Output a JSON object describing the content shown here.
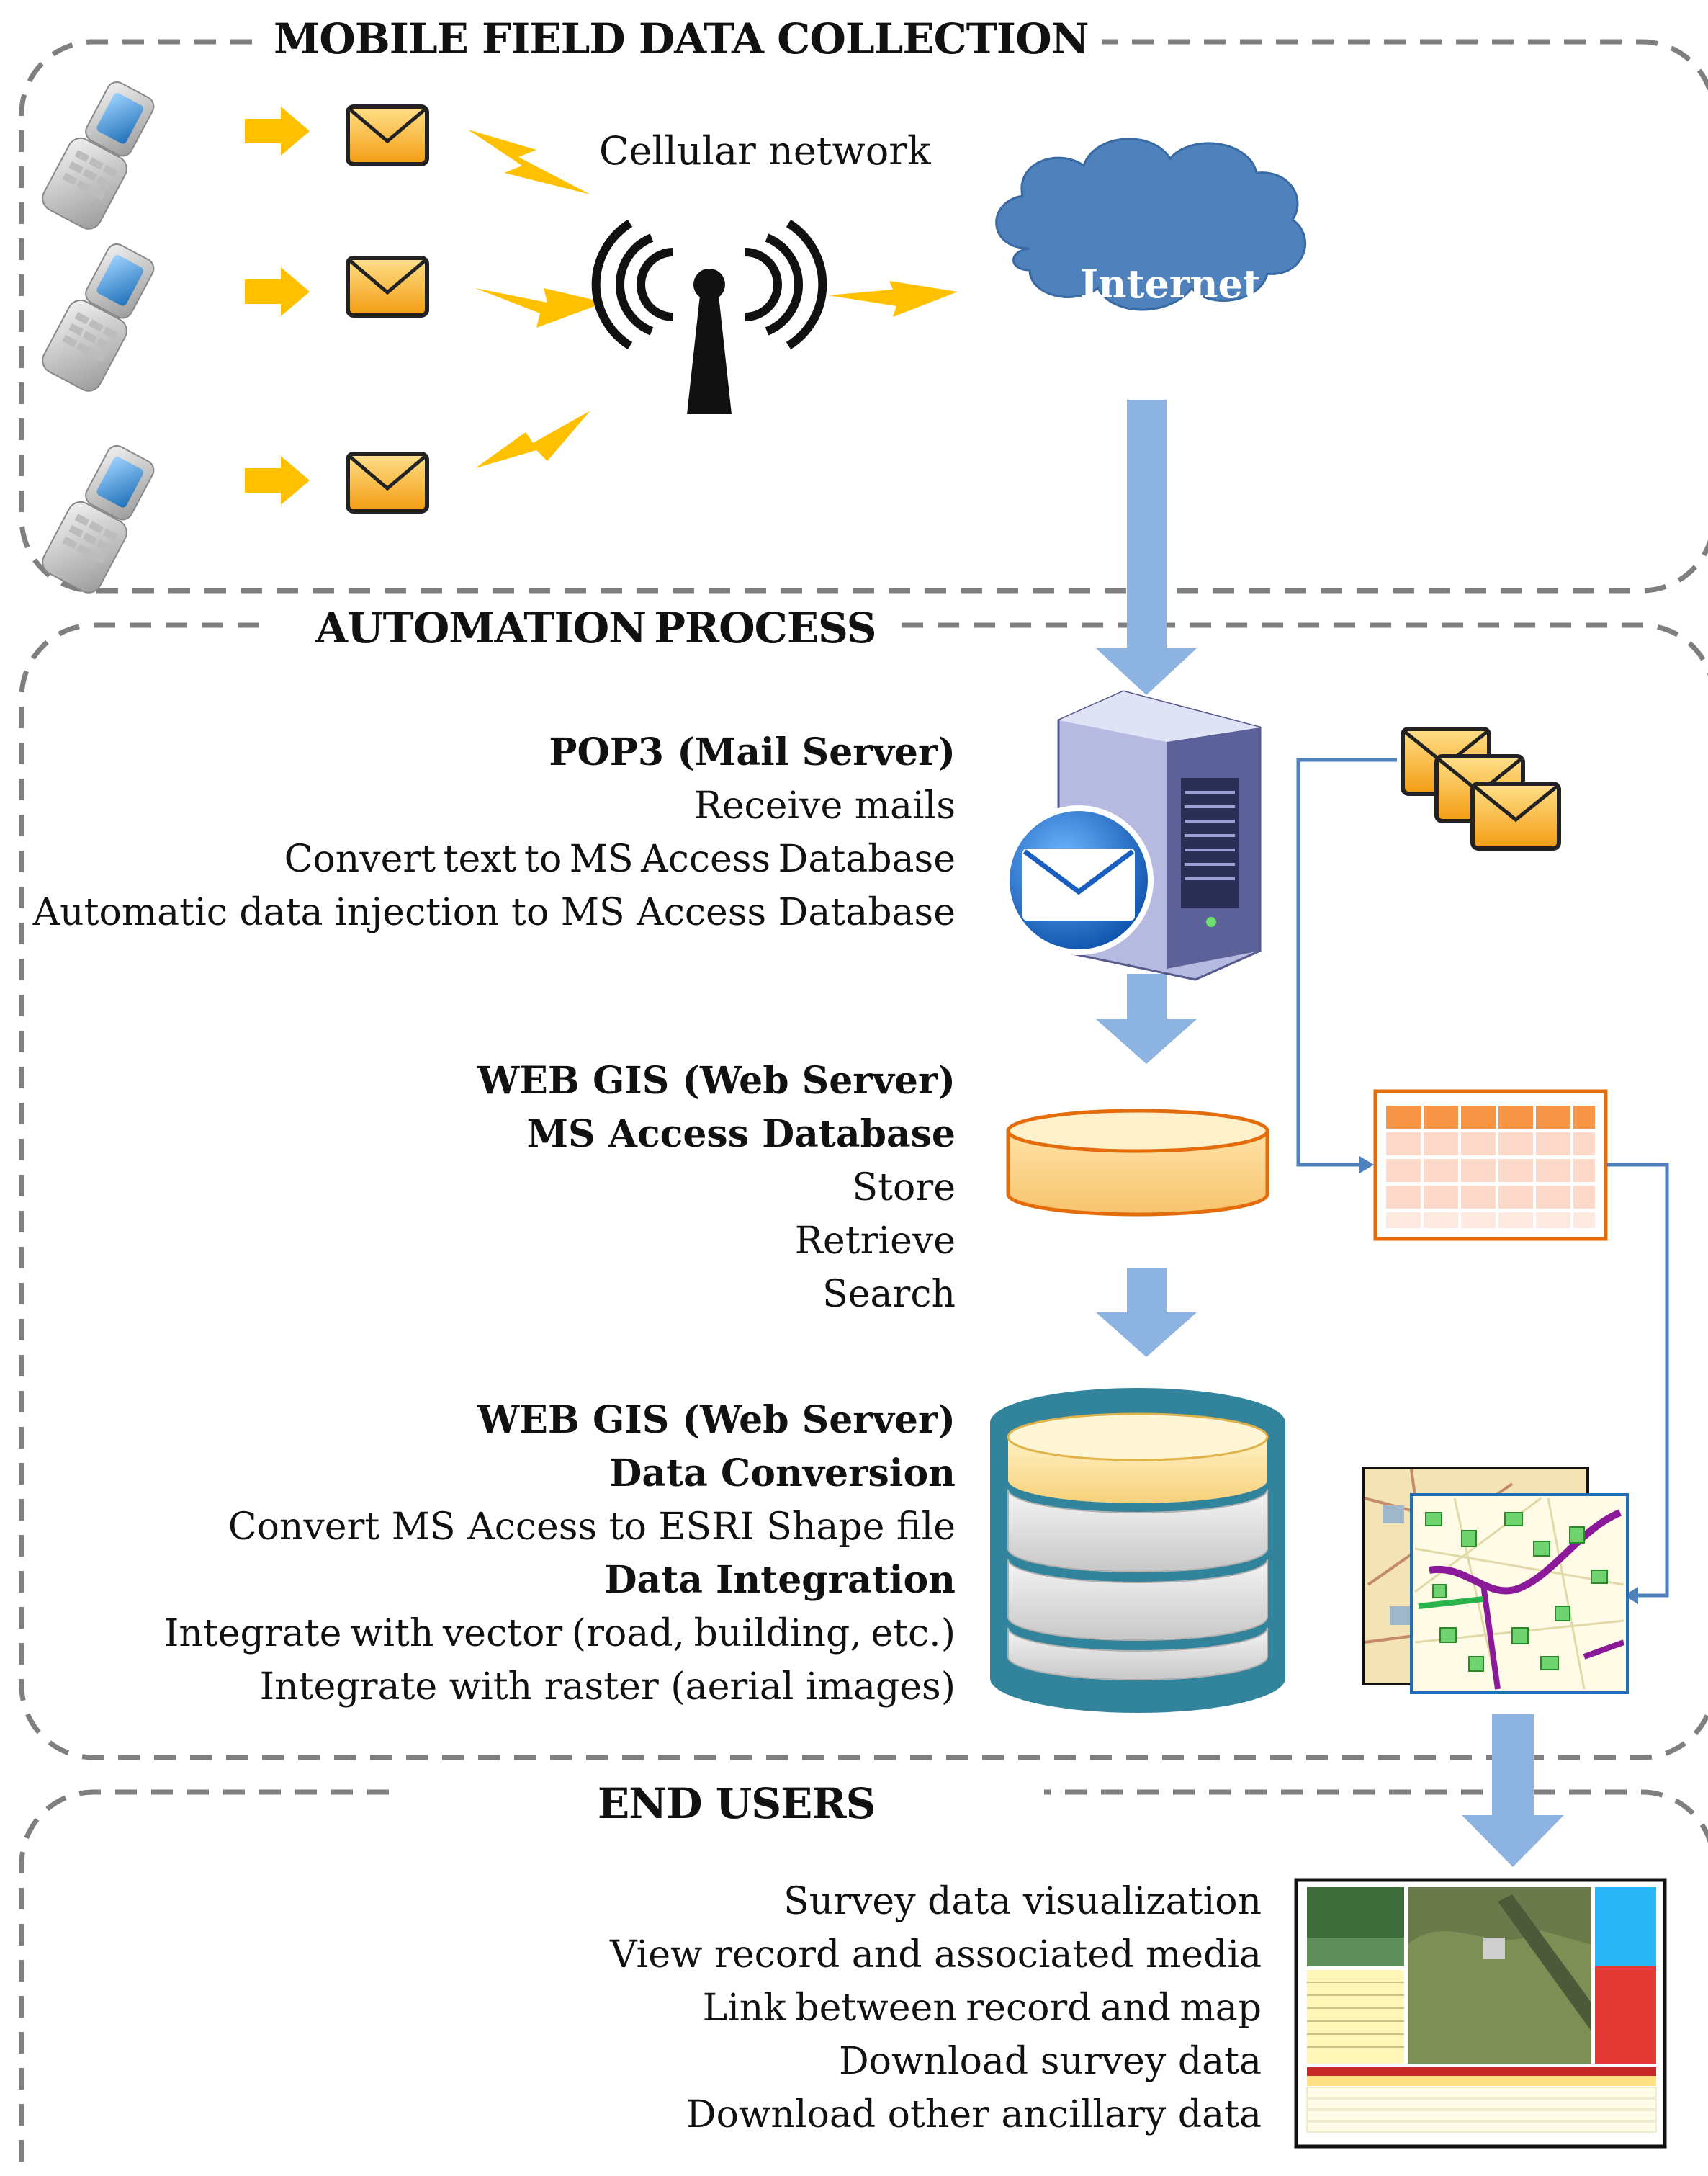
{
  "sections": {
    "mobile": "MOBILE FIELD DATA COLLECTION",
    "automation": "AUTOMATION PROCESS",
    "end_users": "END USERS"
  },
  "network": {
    "cellular": "Cellular network",
    "internet": "Internet"
  },
  "pop3": {
    "title": "POP3 (Mail Server)",
    "lines": [
      "Receive mails",
      "Convert text to MS Access Database",
      "Automatic data injection to MS Access Database"
    ]
  },
  "webgis1": {
    "title1": "WEB GIS (Web Server)",
    "title2": "MS Access Database",
    "lines": [
      "Store",
      "Retrieve",
      "Search"
    ]
  },
  "webgis2": {
    "title1": "WEB GIS (Web Server)",
    "title2": "Data Conversion",
    "line1": "Convert  MS Access to ESRI Shape file",
    "title3": "Data Integration",
    "line2": "Integrate with vector (road, building, etc.)",
    "line3": "Integrate with raster (aerial images)"
  },
  "end_users": {
    "lines": [
      "Survey data visualization",
      "View record and associated media",
      "Link between record and map",
      "Download survey data",
      "Download other ancillary data"
    ]
  },
  "colors": {
    "arrow_blue": "#8db3e2",
    "lightning": "#ffc000",
    "cloud": "#4f81bd",
    "connector": "#4f81bd",
    "dashed_border": "#7f7f7f",
    "teal": "#31849b",
    "orange": "#e46c0a"
  }
}
